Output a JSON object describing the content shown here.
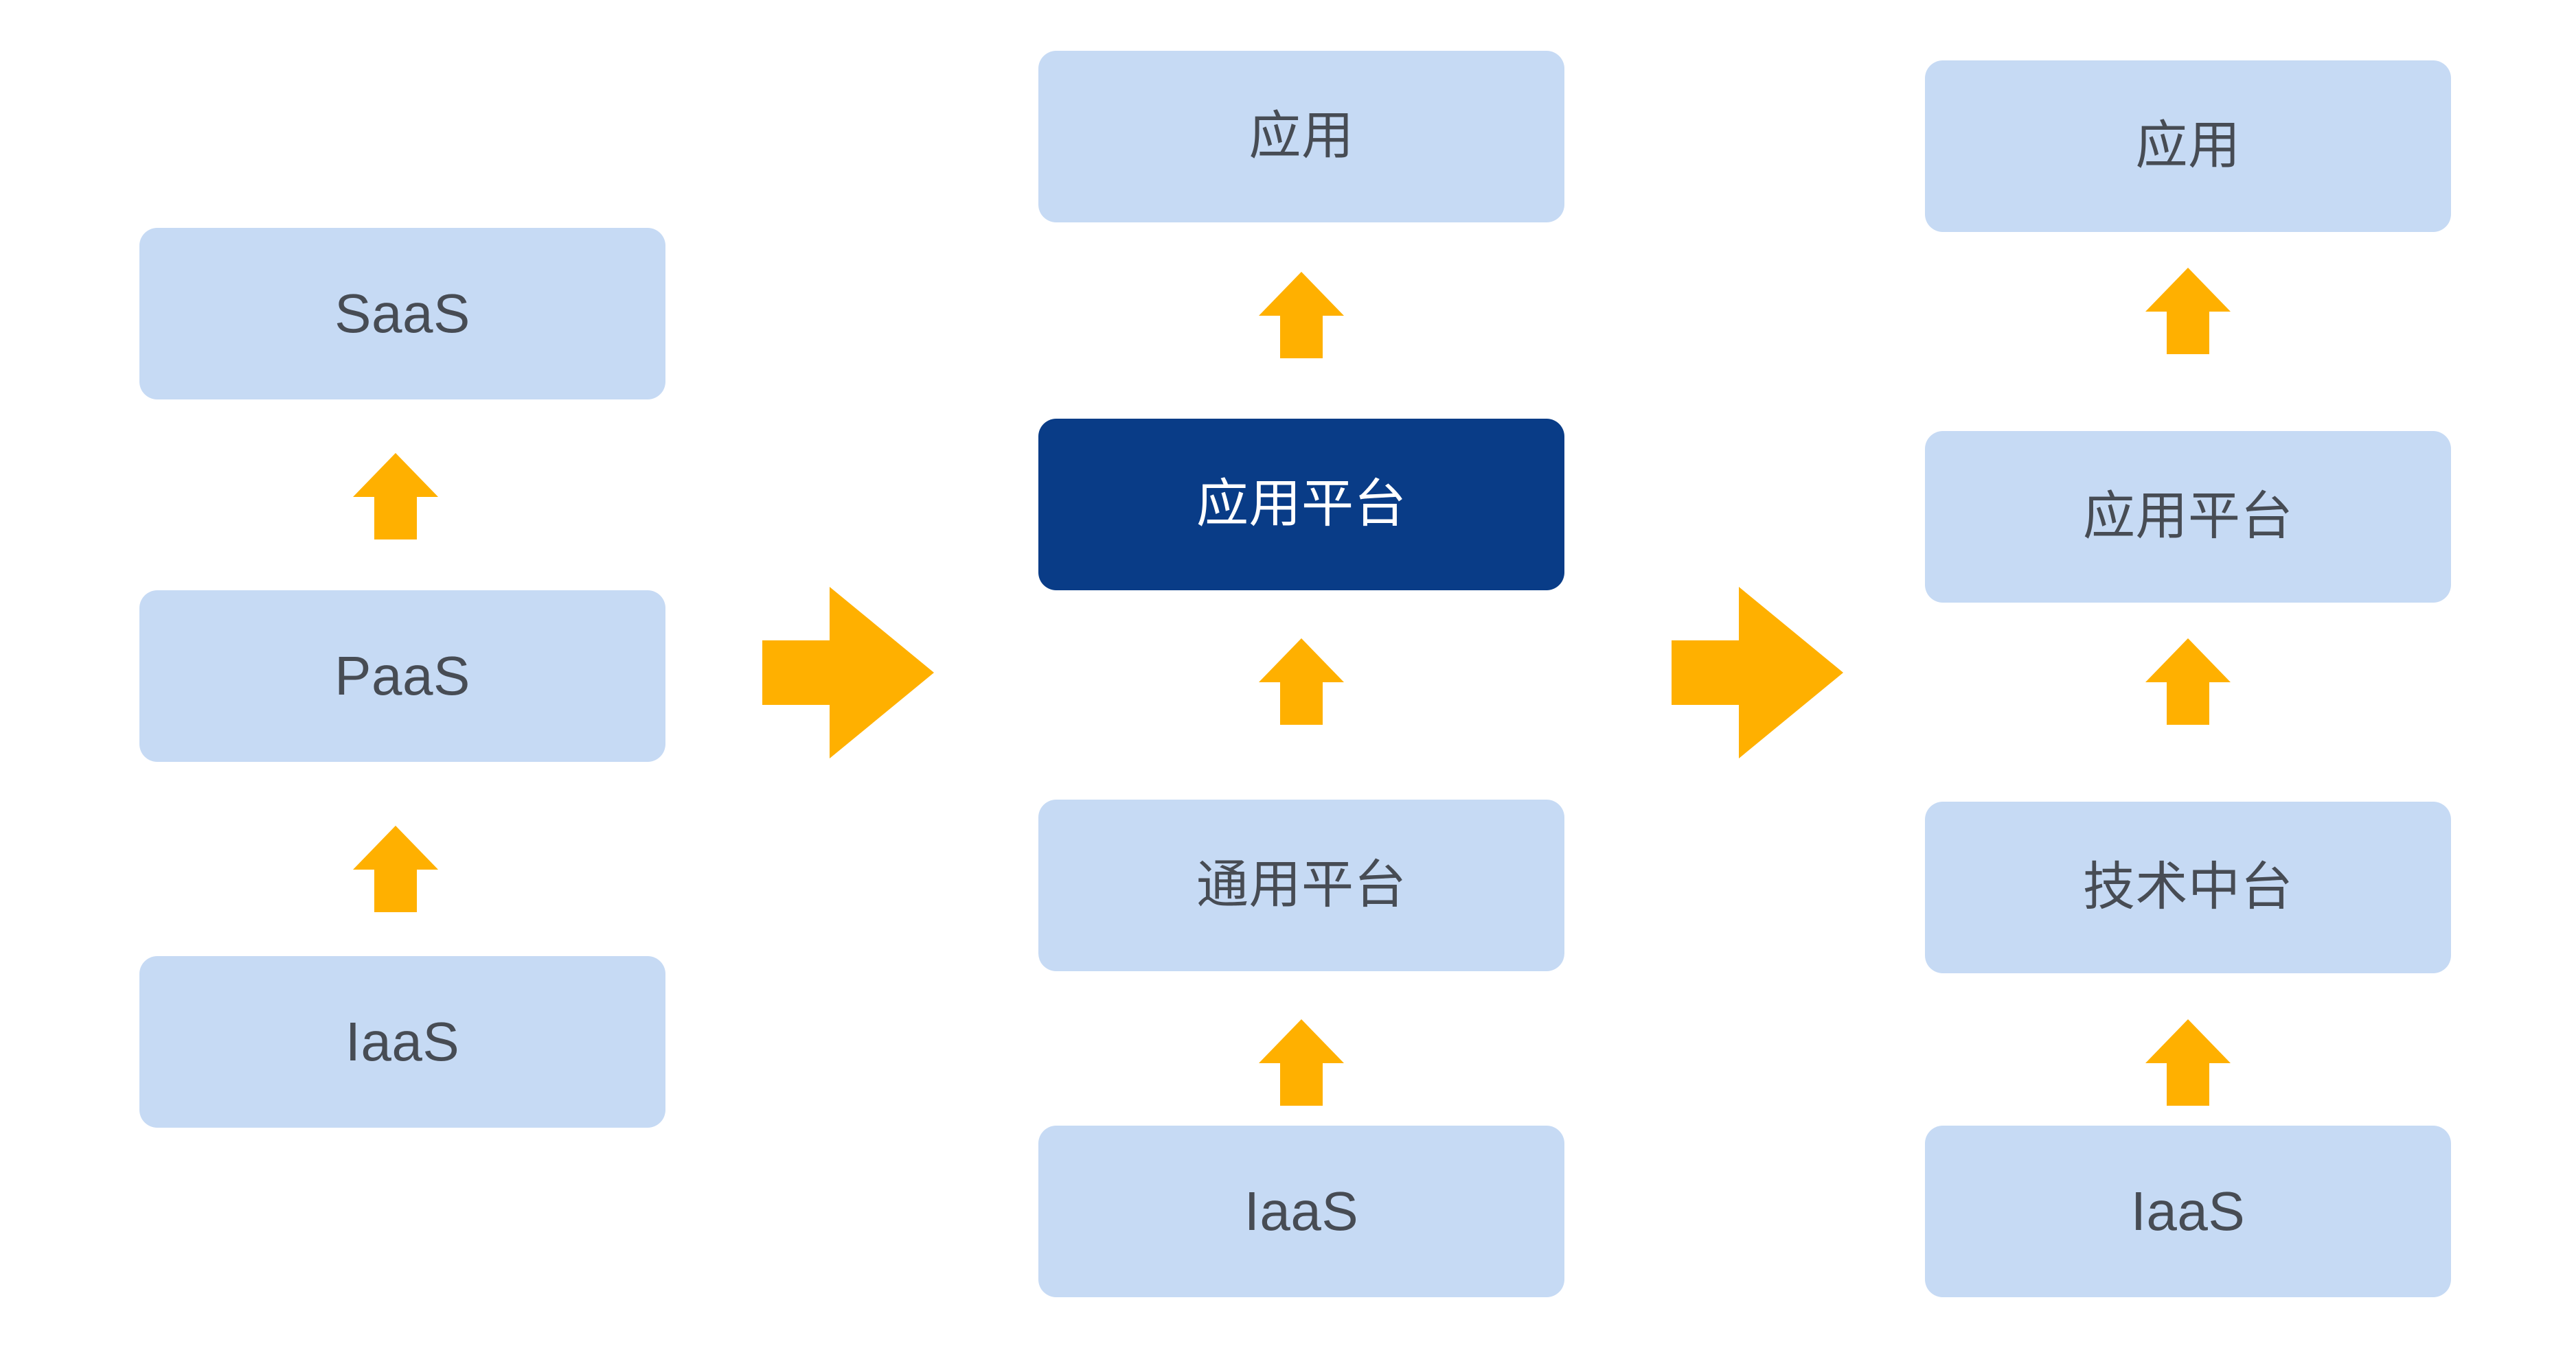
{
  "diagram": {
    "title": "",
    "background_color": "#FFFFFF",
    "colors": {
      "box_light": "#C6DAF4",
      "box_dark": "#093C87",
      "text_dark": "#474C54",
      "text_light": "#FFFFFF",
      "arrow_orange": "#FFB000"
    },
    "columns": [
      {
        "id": "column-cloud-service-model",
        "name": "cloud-service-model",
        "layers": [
          {
            "id": "saas",
            "label": "SaaS",
            "script": "latin",
            "style": "light"
          },
          {
            "id": "paas",
            "label": "PaaS",
            "script": "latin",
            "style": "light"
          },
          {
            "id": "iaas",
            "label": "IaaS",
            "script": "latin",
            "style": "light"
          }
        ],
        "connectors": [
          {
            "id": "arrow-paas-to-saas",
            "direction": "up"
          },
          {
            "id": "arrow-iaas-to-paas",
            "direction": "up"
          }
        ]
      },
      {
        "id": "column-application-platform",
        "name": "application-platform",
        "layers": [
          {
            "id": "app",
            "label": "应用",
            "script": "cjk",
            "style": "light"
          },
          {
            "id": "app-platform",
            "label": "应用平台",
            "script": "cjk",
            "style": "dark"
          },
          {
            "id": "general-platform",
            "label": "通用平台",
            "script": "cjk",
            "style": "light"
          },
          {
            "id": "iaas",
            "label": "IaaS",
            "script": "latin",
            "style": "light"
          }
        ],
        "connectors": [
          {
            "id": "arrow-app-platform-to-app",
            "direction": "up"
          },
          {
            "id": "arrow-general-platform-to-app-platform",
            "direction": "up"
          },
          {
            "id": "arrow-iaas-to-general-platform",
            "direction": "up"
          }
        ]
      },
      {
        "id": "column-tech-middle-platform",
        "name": "tech-middle-platform",
        "layers": [
          {
            "id": "app",
            "label": "应用",
            "script": "cjk",
            "style": "light"
          },
          {
            "id": "app-platform",
            "label": "应用平台",
            "script": "cjk",
            "style": "light"
          },
          {
            "id": "tech-middle-platform",
            "label": "技术中台",
            "script": "cjk",
            "style": "light"
          },
          {
            "id": "iaas",
            "label": "IaaS",
            "script": "latin",
            "style": "light"
          }
        ],
        "connectors": [
          {
            "id": "arrow-app-platform-to-app",
            "direction": "up"
          },
          {
            "id": "arrow-tech-middle-to-app-platform",
            "direction": "up"
          },
          {
            "id": "arrow-iaas-to-tech-middle",
            "direction": "up"
          }
        ]
      }
    ],
    "transitions": [
      {
        "id": "transition-1",
        "from": "column-cloud-service-model",
        "to": "column-application-platform",
        "direction": "right"
      },
      {
        "id": "transition-2",
        "from": "column-application-platform",
        "to": "column-tech-middle-platform",
        "direction": "right"
      }
    ]
  }
}
